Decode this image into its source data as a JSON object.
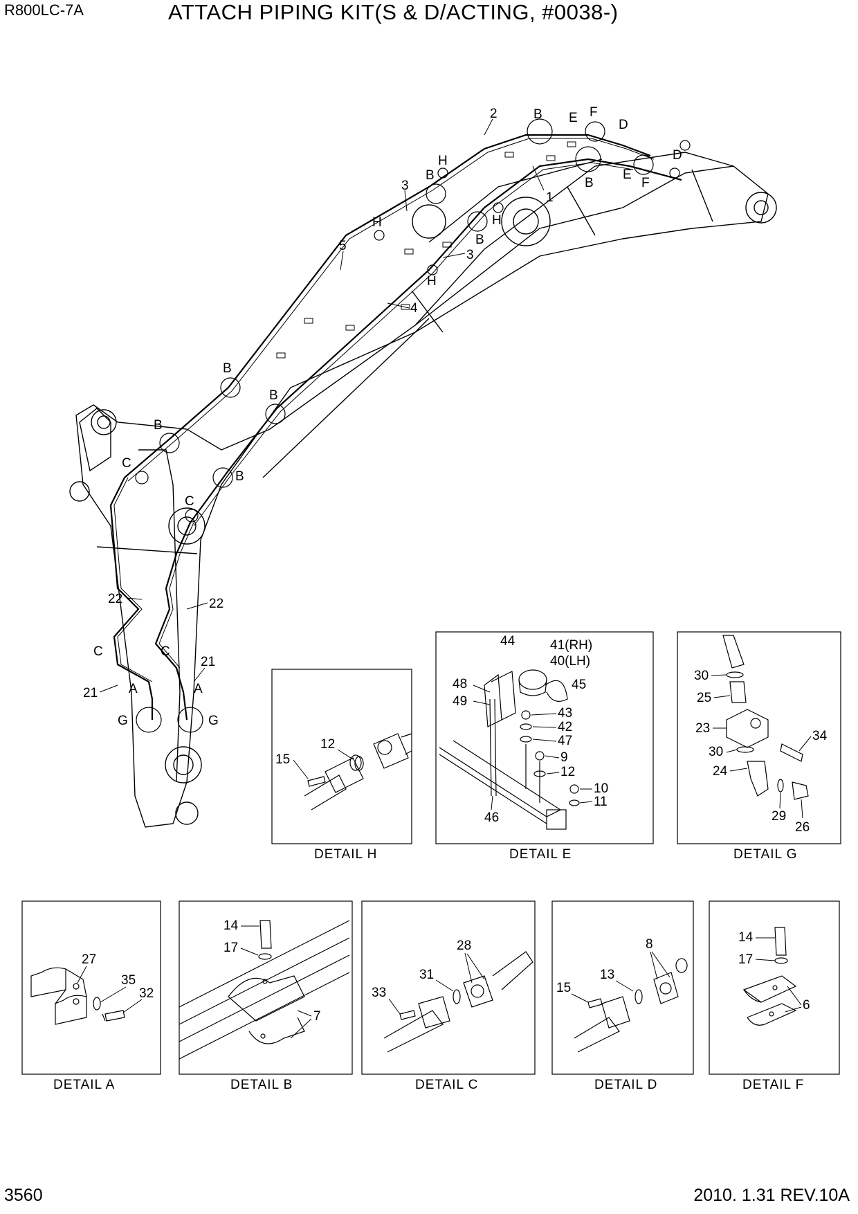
{
  "header": {
    "model": "R800LC-7A",
    "title": "ATTACH PIPING KIT(S & D/ACTING, #0038-)"
  },
  "footer": {
    "page_number": "3560",
    "revision": "2010. 1.31  REV.10A"
  },
  "main_callouts": [
    "1",
    "2",
    "3",
    "3",
    "4",
    "5",
    "21",
    "21",
    "22",
    "22"
  ],
  "detail_refs": [
    "A",
    "A",
    "B",
    "B",
    "B",
    "B",
    "B",
    "B",
    "B",
    "B",
    "C",
    "C",
    "C",
    "C",
    "D",
    "D",
    "E",
    "E",
    "F",
    "F",
    "G",
    "G",
    "H",
    "H",
    "H",
    "H"
  ],
  "details": {
    "H": {
      "caption": "DETAIL  H",
      "parts": [
        "15",
        "12"
      ]
    },
    "E": {
      "caption": "DETAIL  E",
      "parts": [
        "44",
        "41(RH)",
        "40(LH)",
        "45",
        "48",
        "49",
        "43",
        "42",
        "47",
        "9",
        "12",
        "10",
        "11",
        "46"
      ]
    },
    "G": {
      "caption": "DETAIL  G",
      "parts": [
        "30",
        "25",
        "23",
        "34",
        "30",
        "24",
        "29",
        "26"
      ]
    },
    "A": {
      "caption": "DETAIL  A",
      "parts": [
        "27",
        "35",
        "32"
      ]
    },
    "B": {
      "caption": "DETAIL  B",
      "parts": [
        "14",
        "17",
        "7"
      ]
    },
    "C": {
      "caption": "DETAIL  C",
      "parts": [
        "28",
        "31",
        "33"
      ]
    },
    "D": {
      "caption": "DETAIL  D",
      "parts": [
        "8",
        "13",
        "15"
      ]
    },
    "F": {
      "caption": "DETAIL  F",
      "parts": [
        "14",
        "17",
        "6"
      ]
    }
  }
}
